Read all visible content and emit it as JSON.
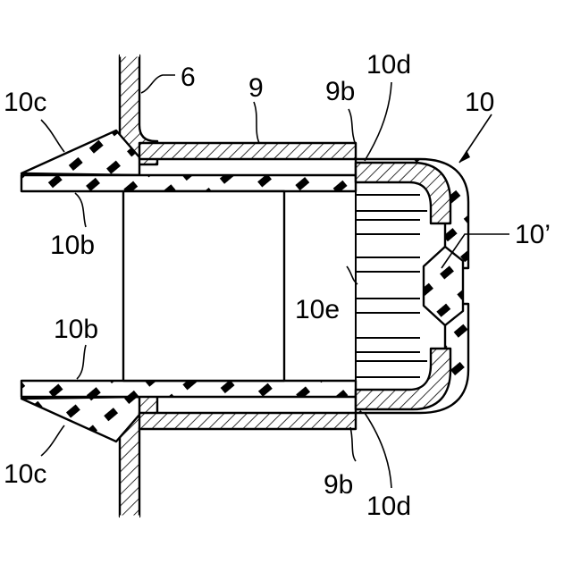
{
  "figure": {
    "labels": {
      "ref_6": "6",
      "ref_9": "9",
      "ref_9b_top": "9b",
      "ref_10d_top": "10d",
      "ref_10": "10",
      "ref_10c_top": "10c",
      "ref_10b_top": "10b",
      "ref_10prime": "10’",
      "ref_10e": "10e",
      "ref_10b_bottom": "10b",
      "ref_10c_bottom": "10c",
      "ref_9b_bottom": "9b",
      "ref_10d_bottom": "10d"
    }
  }
}
